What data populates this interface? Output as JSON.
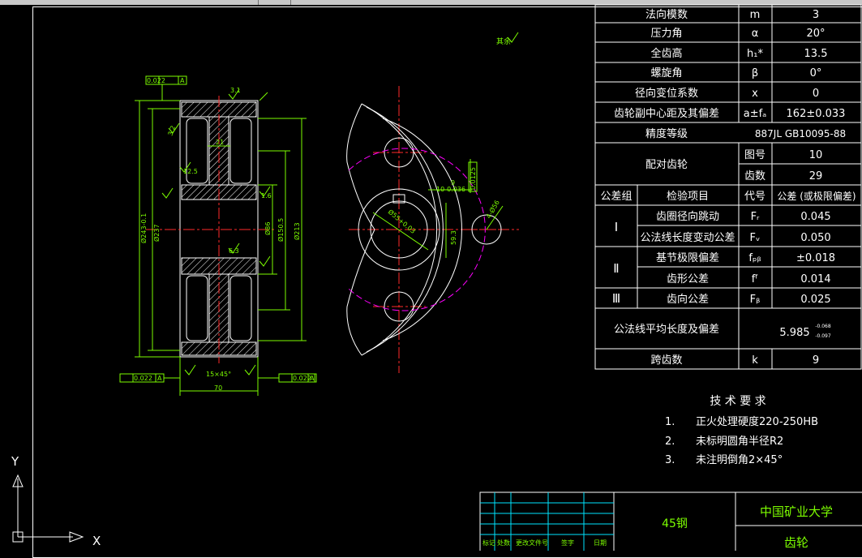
{
  "param_table": {
    "rows": [
      {
        "name": "法向模数",
        "sym": "m",
        "val": "3"
      },
      {
        "name": "压力角",
        "sym": "α",
        "val": "20°"
      },
      {
        "name": "全齿高",
        "sym": "h₁*",
        "val": "13.5"
      },
      {
        "name": "螺旋角",
        "sym": "β",
        "val": "0°"
      },
      {
        "name": "径向变位系数",
        "sym": "x",
        "val": "0"
      },
      {
        "name": "齿轮副中心距及其偏差",
        "sym": "a±fₐ",
        "val": "162±0.033"
      },
      {
        "name": "精度等级",
        "sym": "",
        "val": "887JL GB10095-88"
      }
    ],
    "mating": {
      "label": "配对齿轮",
      "r1_sub": "图号",
      "r1_val": "10",
      "r2_sub": "齿数",
      "r2_val": "29"
    },
    "tol_header": {
      "group": "公差组",
      "item": "检验项目",
      "code": "代号",
      "tol": "公差 (或极限偏差)"
    },
    "tol_rows": [
      {
        "group": "Ⅰ",
        "item": "齿圈径向跳动",
        "code": "Fᵣ",
        "val": "0.045"
      },
      {
        "group": "",
        "item": "公法线长度变动公差",
        "code": "Fᵥ",
        "val": "0.050"
      },
      {
        "group": "Ⅱ",
        "item": "基节极限偏差",
        "code": "fₚᵦ",
        "val": "±0.018"
      },
      {
        "group": "",
        "item": "齿形公差",
        "code": "fᶠ",
        "val": "0.014"
      },
      {
        "group": "Ⅲ",
        "item": "齿向公差",
        "code": "Fᵦ",
        "val": "0.025"
      }
    ],
    "common_normal": {
      "label": "公法线平均长度及偏差",
      "val": "5.985",
      "sup": "-0.068",
      "sub": "-0.097"
    },
    "span": {
      "label": "跨齿数",
      "sym": "k",
      "val": "9"
    }
  },
  "tech_req": {
    "title": "技 术 要 求",
    "items": [
      {
        "num": "1.",
        "text": "正火处理硬度220-250HB"
      },
      {
        "num": "2.",
        "text": "未标明圆角半径R2"
      },
      {
        "num": "3.",
        "text": "未注明倒角2×45°"
      }
    ]
  },
  "title_block": {
    "material": "45钢",
    "school": "中国矿业大学",
    "part": "齿轮",
    "bottom_labels": [
      "标记",
      "处数",
      "更改文件号",
      "签字",
      "日期"
    ]
  },
  "dims": {
    "d_outer": "Ø243-0.1",
    "d_237": "Ø237",
    "d_213": "Ø213",
    "d_150": "Ø150.5",
    "d_86": "Ø86",
    "width": "70",
    "chamfer": "15×45°",
    "hub": "21",
    "tol_box": "0.022",
    "datum": "A",
    "keyway": "10-0.036",
    "keyway2": "0.0125",
    "bore": "Ø55+0.03",
    "key_depth": "59.3",
    "hole": "4-Ø56",
    "key9": "9",
    "rough_other": "其余",
    "r31": "3.1",
    "r32": "3.2",
    "r125": "12.5",
    "r63": "6.3",
    "r16": "1.6"
  },
  "ucs": {
    "y": "Y",
    "x": "X"
  },
  "colors": {
    "bg": "#000000",
    "line": "#ffffff",
    "dim": "#7CFC00",
    "center": "#ff2a2a",
    "pitch": "#ff00ff"
  }
}
